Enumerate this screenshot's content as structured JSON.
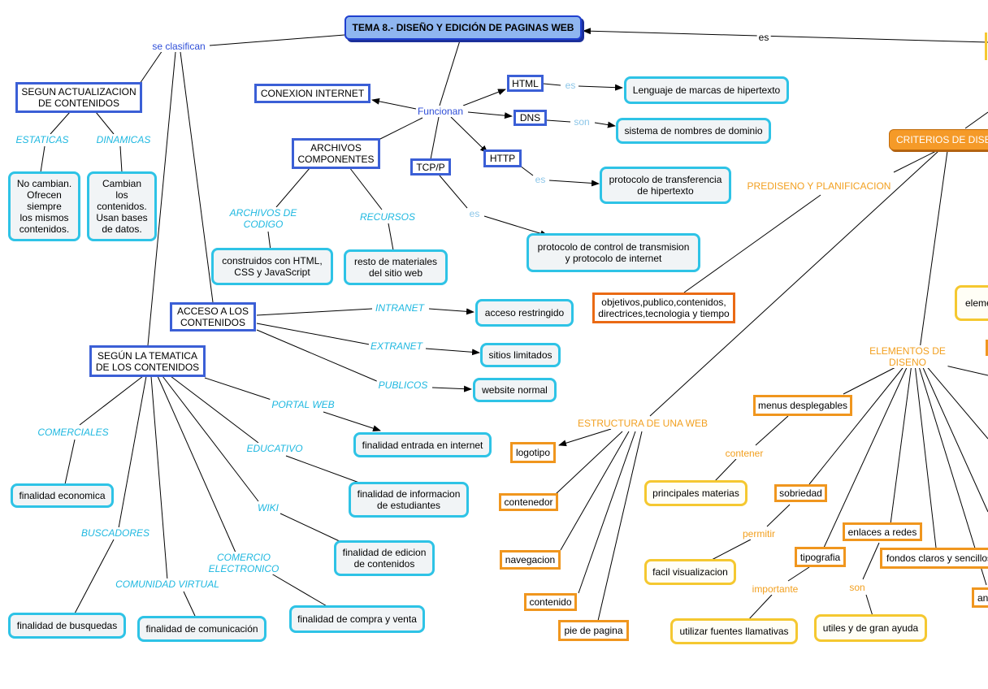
{
  "colors": {
    "title_bg": "#8fb6f0",
    "blue_border": "#3b5fd6",
    "cyan_border": "#2ec3e6",
    "orange_border": "#f0961e",
    "dark_orange_border": "#ea6a14",
    "yellow_border": "#f5c830",
    "link_label_blue": "#2f4fd8",
    "link_label_cyan": "#1fb8e0",
    "link_label_orange": "#f2a020"
  },
  "concepts": {
    "title": "TEMA 8.- DISEÑO Y EDICIÓN DE PAGINAS WEB",
    "segun_actualizacion": "SEGUN ACTUALIZACION\nDE CONTENIDOS",
    "no_cambian": "No cambian.\nOfrecen\nsiempre\nlos mismos\ncontenidos.",
    "cambian": "Cambian\nlos\ncontenidos.\nUsan bases\nde datos.",
    "conexion_internet": "CONEXION INTERNET",
    "archivos_componentes": "ARCHIVOS\nCOMPONENTES",
    "construidos": "construidos con HTML,\nCSS y JavaScript",
    "resto_materiales": "resto de materiales\ndel sitio web",
    "tcpip": "TCP/P",
    "html": "HTML",
    "dns": "DNS",
    "http": "HTTP",
    "lenguaje_marcas": "Lenguaje de marcas de hipertexto",
    "sistema_nombres": "sistema de nombres de dominio",
    "protocolo_transferencia": "protocolo de transferencia\nde hipertexto",
    "protocolo_control": "protocolo de control de transmision\ny protocolo de internet",
    "acceso_contenidos": "ACCESO A LOS\nCONTENIDOS",
    "acceso_restringido": "acceso restringido",
    "sitios_limitados": "sitios limitados",
    "website_normal": "website normal",
    "segun_tematica": "SEGÚN LA TEMATICA\nDE LOS CONTENIDOS",
    "finalidad_entrada": "finalidad entrada en internet",
    "finalidad_economica": "finalidad economica",
    "finalidad_informacion": "finalidad de informacion\nde estudiantes",
    "finalidad_edicion": "finalidad de edicion\nde contenidos",
    "finalidad_busquedas": "finalidad de busquedas",
    "finalidad_comunicacion": "finalidad de comunicación",
    "finalidad_compra": "finalidad de compra y venta",
    "criterios": "CRITERIOS DE DISE",
    "objetivos": "objetivos,publico,contenidos,\ndirectrices,tecnologia y tiempo",
    "eleme": "eleme",
    "menus": "menus desplegables",
    "principales": "principales materias",
    "sobriedad": "sobriedad",
    "facil": "facil visualizacion",
    "tipografia": "tipografia",
    "utilizar_fuentes": "utilizar fuentes llamativas",
    "enlaces_redes": "enlaces a redes",
    "fondos": "fondos claros y sencillos",
    "utiles": "utiles y de gran ayuda",
    "an": "an",
    "logotipo": "logotipo",
    "contenedor": "contenedor",
    "navegacion": "navegacion",
    "contenido": "contenido",
    "pie_pagina": "pie de pagina"
  },
  "link_labels": {
    "es_top": "es",
    "se_clasifican": "se clasifican",
    "estaticas": "ESTATICAS",
    "dinamicas": "DINAMICAS",
    "funcionan": "Funcionan",
    "es_html": "es",
    "son_dns": "son",
    "es_http": "es",
    "es_tcp": "es",
    "archivos_codigo": "ARCHIVOS DE\nCODIGO",
    "recursos": "RECURSOS",
    "intranet": "INTRANET",
    "extranet": "EXTRANET",
    "publicos": "PUBLICOS",
    "portal_web": "PORTAL WEB",
    "comerciales": "COMERCIALES",
    "educativo": "EDUCATIVO",
    "wiki": "WIKI",
    "buscadores": "BUSCADORES",
    "comunidad_virtual": "COMUNIDAD VIRTUAL",
    "comercio_electronico": "COMERCIO\nELECTRONICO",
    "prediseno": "PREDISENO Y PLANIFICACION",
    "elementos_diseno": "ELEMENTOS DE DISENO",
    "estructura_web": "ESTRUCTURA DE UNA WEB",
    "contener": "contener",
    "permitir": "permitir",
    "importante": "importante",
    "son_enlaces": "son"
  }
}
